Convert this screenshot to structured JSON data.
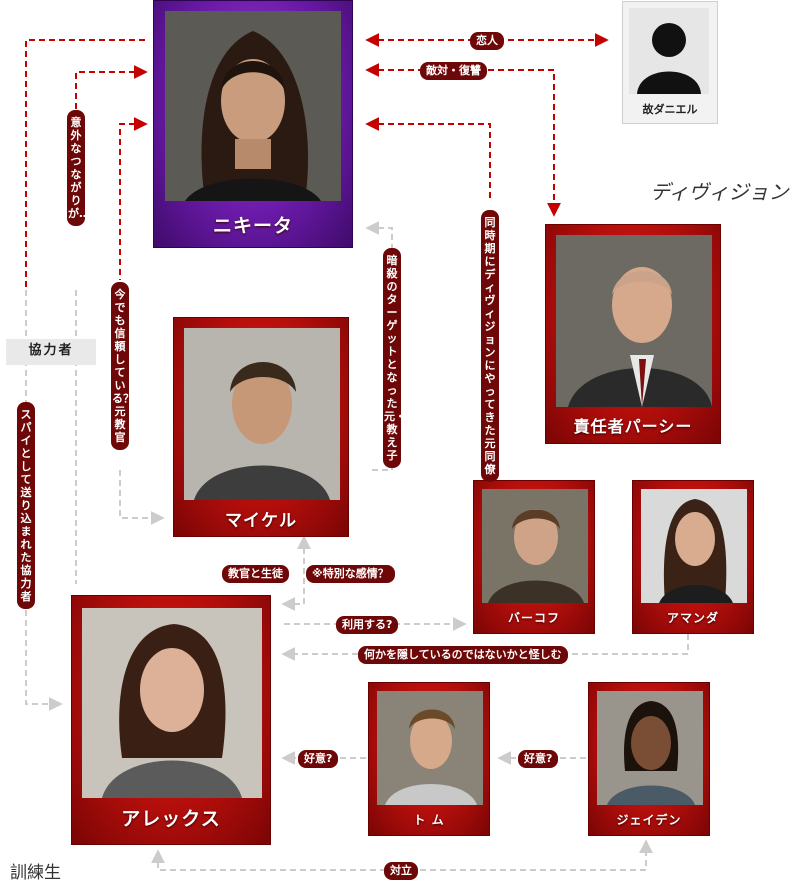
{
  "section_labels": {
    "division": "ディヴィジョン",
    "trainees": "訓練生",
    "cooperator": "協力者"
  },
  "characters": {
    "nikita": "ニキータ",
    "daniel": "故ダニエル",
    "percy": "責任者パーシー",
    "michael": "マイケル",
    "birkhoff": "バーコフ",
    "amanda": "アマンダ",
    "alex": "アレックス",
    "tom": "ト ム",
    "jaden": "ジェイデン"
  },
  "relations": {
    "lover": "恋人",
    "hostility_revenge": "敵対・復讐",
    "unexpected_connection": "意外なつながりが…!?",
    "still_trusted": "今でも信頼している？元教官",
    "former_target": "暗殺のターゲットとなった元・教え子",
    "same_period_colleague": "同時期にディヴィジョンにやってきた元同僚",
    "spy_cooperator": "スパイとして送り込まれた協力者",
    "teacher_student": "教官と生徒",
    "special_feelings": "※特別な感情？",
    "use": "利用する?",
    "suspect_hiding": "何かを隠しているのではないかと怪しむ",
    "crush_alex": "好意?",
    "crush_tom": "好意?",
    "conflict": "対立"
  },
  "colors": {
    "arrow": "#c40000",
    "dashed_line": "#cccccc",
    "card_red": "#c8120e",
    "card_purple": "#6a1aa8",
    "label_bg": "#6e0808"
  }
}
